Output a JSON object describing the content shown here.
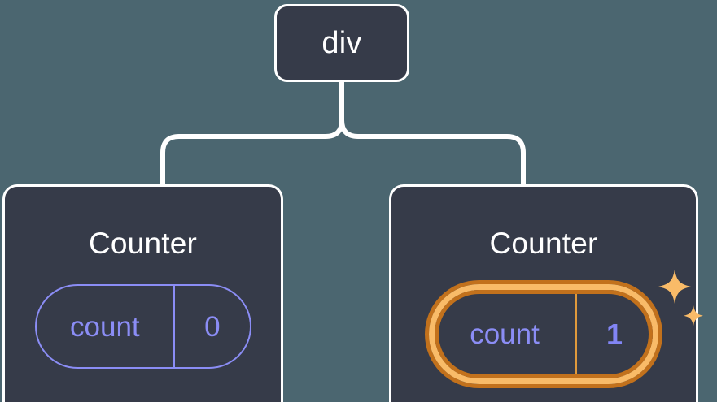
{
  "diagram": {
    "type": "component-tree",
    "background_color": "#4B6670",
    "node_fill_color": "#363B49",
    "node_border_color": "#FFFFFF",
    "connector_color": "#FFFFFF",
    "accent_idle_color": "#8B8DF5",
    "accent_active_color": "#F9BB68",
    "accent_active_outer_color": "#C2711C",
    "value_active_color": "#8285F5"
  },
  "root": {
    "label": "div"
  },
  "children": [
    {
      "label": "Counter",
      "state": {
        "key": "count",
        "value": "0",
        "highlighted": false
      }
    },
    {
      "label": "Counter",
      "state": {
        "key": "count",
        "value": "1",
        "highlighted": true
      },
      "sparkle_icons": [
        "sparkle-large",
        "sparkle-small"
      ]
    }
  ]
}
